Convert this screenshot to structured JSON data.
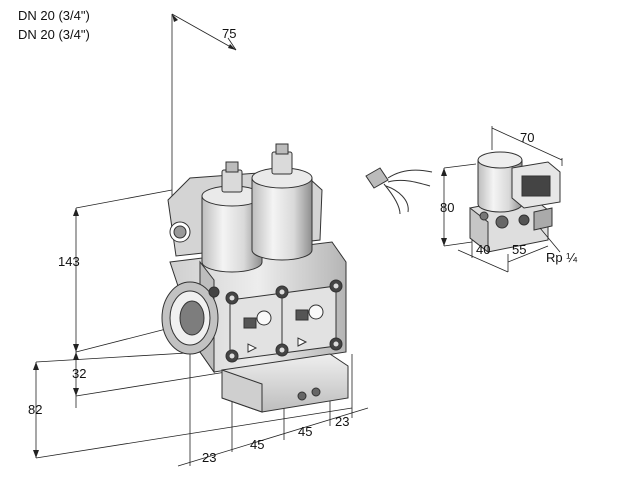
{
  "header": {
    "line1": "DN 20 (3/4\")",
    "line2": "DN 20 (3/4\")"
  },
  "main_dimensions": {
    "depth": "75",
    "height": "143",
    "inlet_offset": "32",
    "base_height": "82",
    "front_offset": "23",
    "spacing_1": "45",
    "spacing_2": "45",
    "side_offset": "23"
  },
  "detail_dimensions": {
    "width": "70",
    "height": "80",
    "length_a": "40",
    "length_b": "55",
    "thread": "Rp ¼"
  }
}
